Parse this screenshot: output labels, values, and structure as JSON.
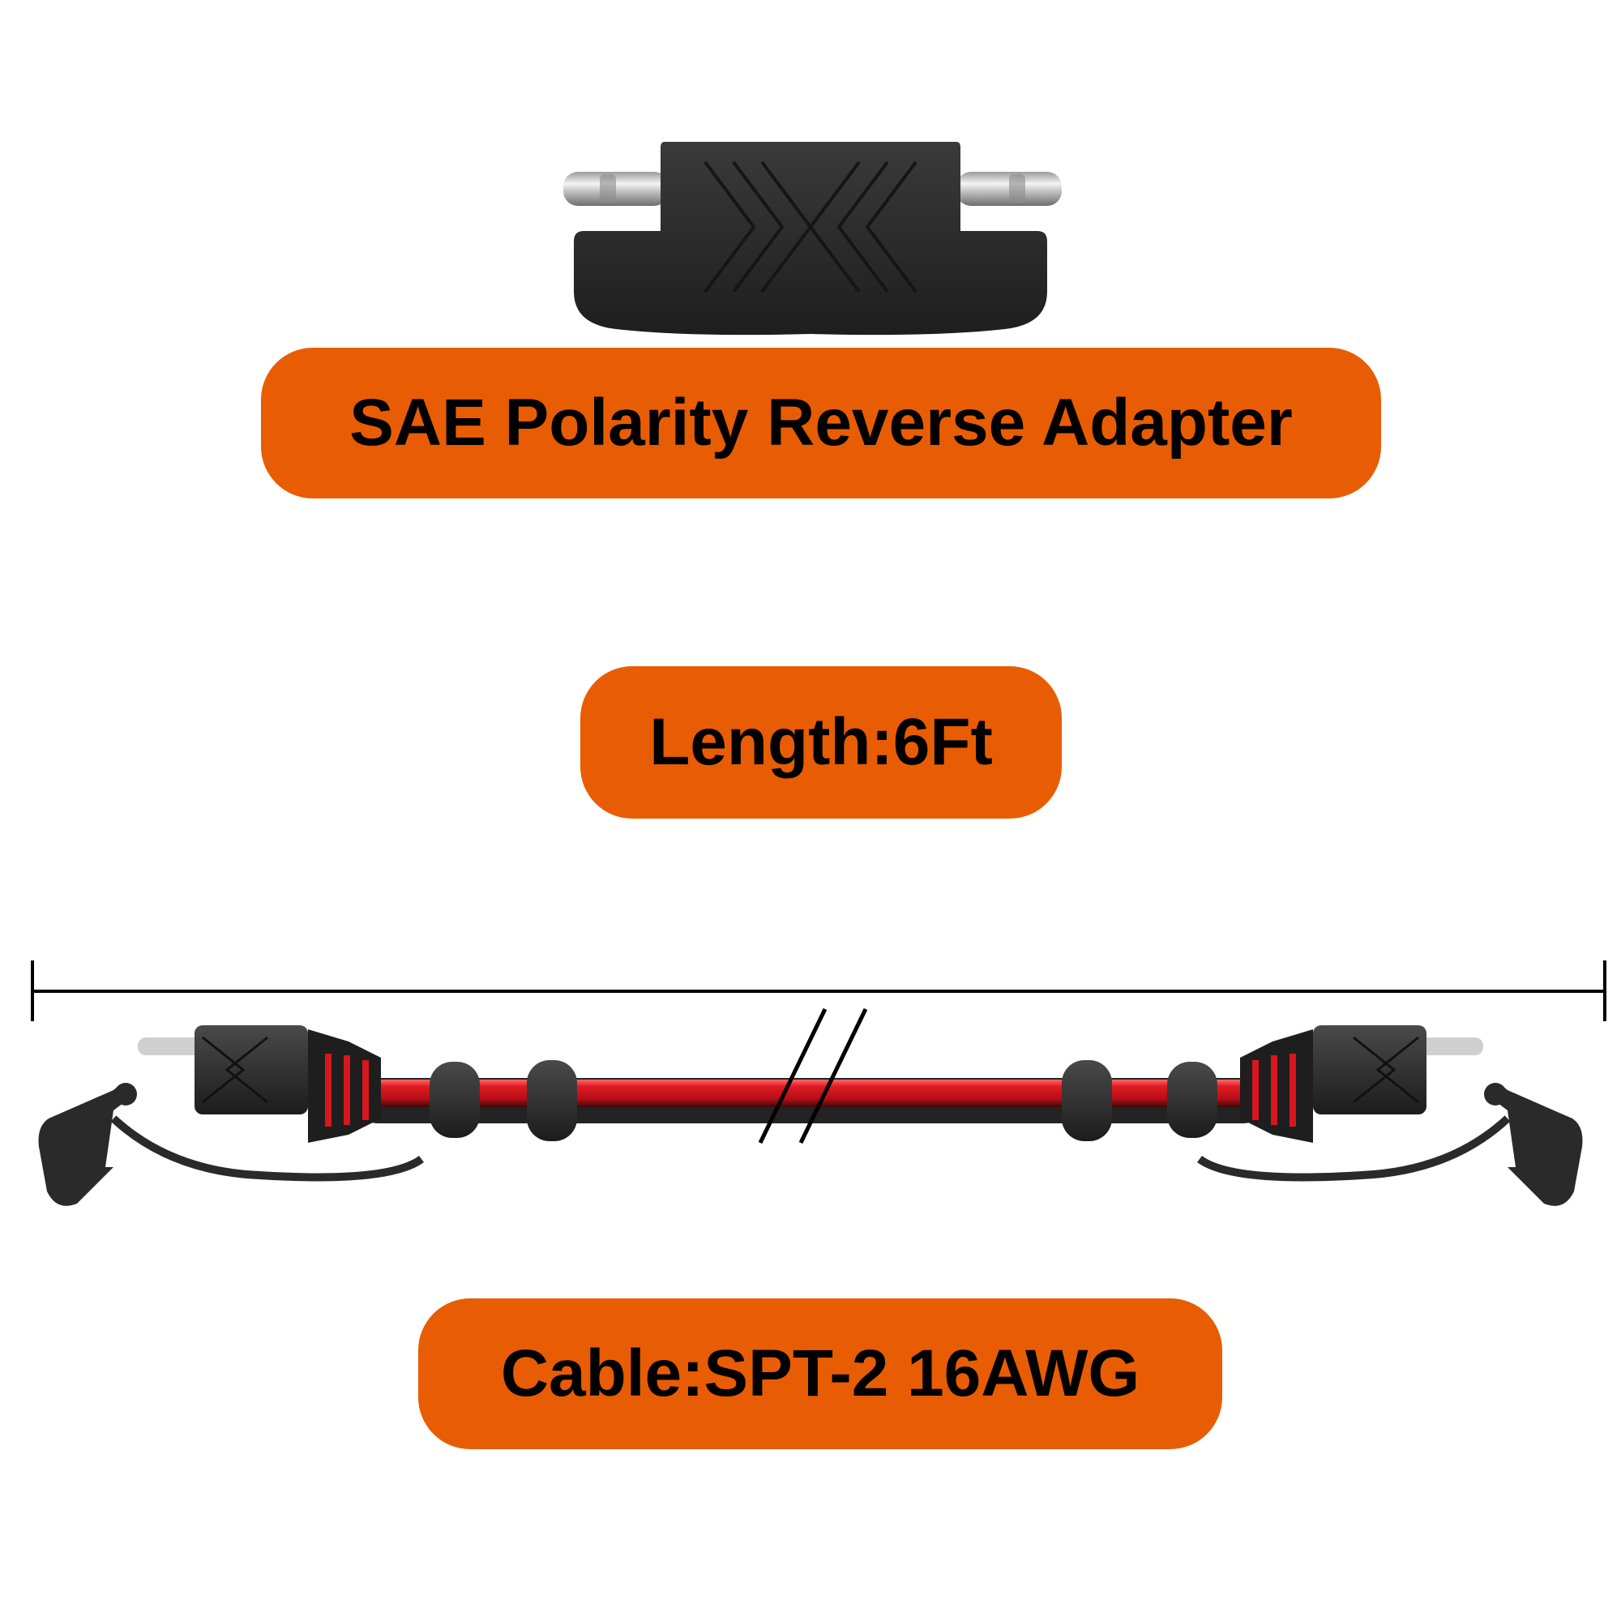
{
  "labels": {
    "title": "SAE Polarity Reverse Adapter",
    "length": "Length:6Ft",
    "cable": "Cable:SPT-2 16AWG"
  },
  "colors": {
    "accent": "#e85d04",
    "text": "#000000",
    "connector_body": "#2b2b2b",
    "wire_red": "#d8161e",
    "metal": "#c8c8c8"
  }
}
